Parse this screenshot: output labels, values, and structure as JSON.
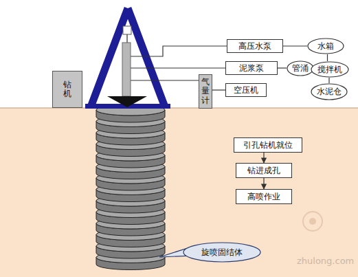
{
  "diagram": {
    "nodes": [
      {
        "text": [
          "钻机"
        ]
      },
      {
        "text": [
          "高压水泵"
        ]
      },
      {
        "text": [
          "水箱"
        ]
      },
      {
        "text": [
          "泥浆泵"
        ]
      },
      {
        "text": [
          "管涌"
        ]
      },
      {
        "text": [
          "搅拌机"
        ]
      },
      {
        "text": [
          "气量计"
        ]
      },
      {
        "text": [
          "空压机"
        ]
      },
      {
        "text": [
          "水泥仓"
        ]
      },
      {
        "text": [
          "引孔钻机就位"
        ]
      },
      {
        "text": [
          "钻进成孔"
        ]
      },
      {
        "text": [
          "高喷作业"
        ]
      },
      {
        "text": [
          "旋喷固结体"
        ]
      }
    ],
    "edges": [
      {
        "from": 1,
        "to": 2,
        "arrow": "none"
      },
      {
        "from": 3,
        "to": 4,
        "arrow": "none"
      },
      {
        "from": 4,
        "to": 5,
        "arrow": "none"
      },
      {
        "from": 2,
        "to": 5,
        "arrow": "none"
      },
      {
        "from": 5,
        "to": 8,
        "arrow": "none"
      },
      {
        "from": 7,
        "to": 6,
        "arrow": "none"
      },
      {
        "from": 9,
        "to": 10,
        "arrow": "to"
      },
      {
        "from": 10,
        "to": 11,
        "arrow": "to"
      }
    ],
    "labels": [
      "zhulong.com"
    ]
  }
}
